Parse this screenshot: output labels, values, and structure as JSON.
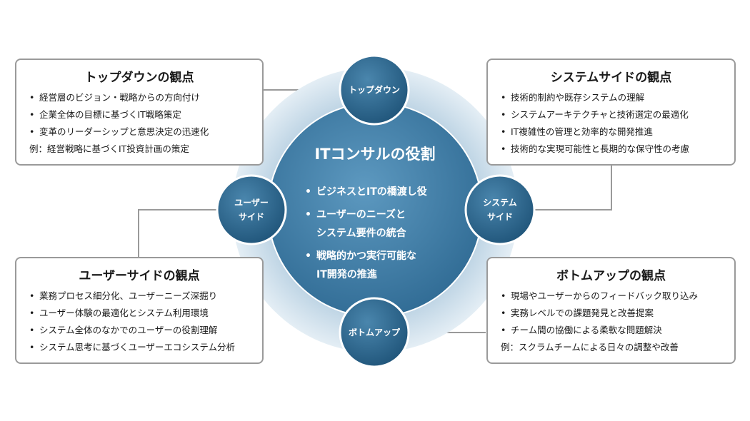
{
  "center": {
    "title": "ITコンサルの役割",
    "items": [
      "ビジネスとITの橋渡し役",
      "ユーザーのニーズと\nシステム要件の統合",
      "戦略的かつ実行可能な\nIT開発の推進"
    ]
  },
  "nodes": {
    "top": "トップダウン",
    "left": "ユーザー\nサイド",
    "right": "システム\nサイド",
    "bottom": "ボトムアップ"
  },
  "boxes": {
    "topdown": {
      "title": "トップダウンの観点",
      "items": [
        "経営層のビジョン・戦略からの方向付け",
        "企業全体の目標に基づくIT戦略策定",
        "変革のリーダーシップと意思決定の迅速化"
      ],
      "example": "例：経営戦略に基づくIT投資計画の策定"
    },
    "system": {
      "title": "システムサイドの観点",
      "items": [
        "技術的制約や既存システムの理解",
        "システムアーキテクチャと技術選定の最適化",
        "IT複雑性の管理と効率的な開発推進",
        "技術的な実現可能性と長期的な保守性の考慮"
      ]
    },
    "user": {
      "title": "ユーザーサイドの観点",
      "items": [
        "業務プロセス細分化、ユーザーニーズ深掘り",
        "ユーザー体験の最適化とシステム利用環境",
        "システム全体のなかでのユーザーの役割理解",
        "システム思考に基づくユーザーエコシステム分析"
      ]
    },
    "bottomup": {
      "title": "ボトムアップの観点",
      "items": [
        "現場やユーザーからのフィードバック取り込み",
        "実務レベルでの課題発見と改善提案",
        "チーム間の協働による柔軟な問題解決"
      ],
      "example": "例：スクラムチームによる日々の調整や改善"
    }
  },
  "colors": {
    "outer_ring": "#c9dbe7",
    "center_circle": "#3f7ea6",
    "node_circle": "#2f6a93",
    "connector": "#9a9a9a"
  }
}
